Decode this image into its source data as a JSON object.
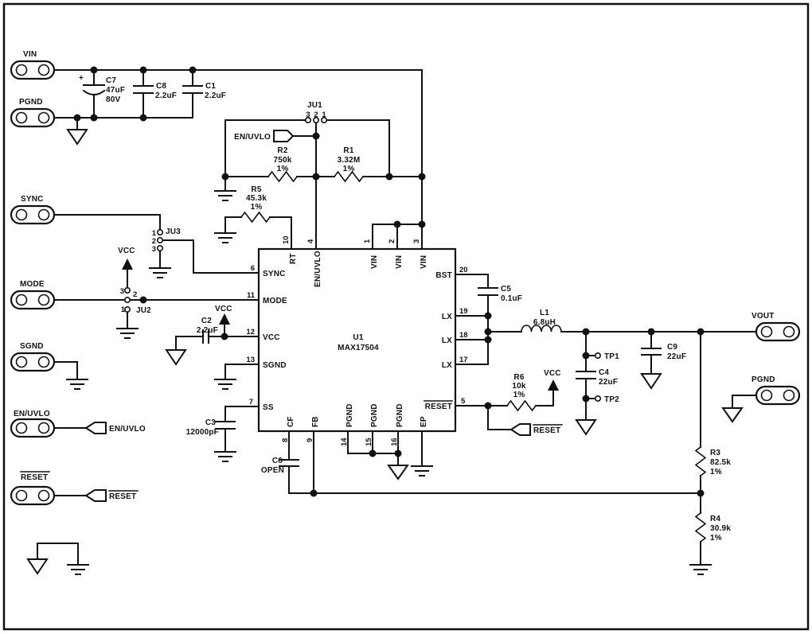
{
  "title": "MAX17504 evaluation kit schematic",
  "connectors": {
    "vin": "VIN",
    "pgnd_in": "PGND",
    "sync": "SYNC",
    "mode": "MODE",
    "sgnd": "SGND",
    "en_uvlo": "EN/UVLO",
    "reset": "RESET",
    "vout": "VOUT",
    "pgnd_out": "PGND"
  },
  "tags": {
    "en_uvlo_top": "EN/UVLO",
    "en_uvlo_left": "EN/UVLO",
    "reset_left": "RESET",
    "reset_right": "RESET"
  },
  "power": {
    "vcc": "VCC"
  },
  "jumpers": {
    "ju1": {
      "label": "JU1",
      "pin3": "3",
      "pin2": "2",
      "pin1": "1"
    },
    "ju2": {
      "label": "JU2",
      "pin3": "3",
      "pin2": "2",
      "pin1": "1"
    },
    "ju3": {
      "label": "JU3",
      "pin1": "1",
      "pin2": "2",
      "pin3": "3"
    }
  },
  "testpoints": {
    "tp1": "TP1",
    "tp2": "TP2"
  },
  "ic": {
    "ref": "U1",
    "part": "MAX17504",
    "pins": {
      "top": [
        {
          "num": "10",
          "name": "RT"
        },
        {
          "num": "4",
          "name": "EN/UVLO"
        },
        {
          "num": "1",
          "name": "VIN"
        },
        {
          "num": "2",
          "name": "VIN"
        },
        {
          "num": "3",
          "name": "VIN"
        }
      ],
      "left": [
        {
          "num": "6",
          "name": "SYNC"
        },
        {
          "num": "11",
          "name": "MODE"
        },
        {
          "num": "12",
          "name": "VCC"
        },
        {
          "num": "13",
          "name": "SGND"
        },
        {
          "num": "7",
          "name": "SS"
        }
      ],
      "right": [
        {
          "num": "20",
          "name": "BST"
        },
        {
          "num": "19",
          "name": "LX"
        },
        {
          "num": "18",
          "name": "LX"
        },
        {
          "num": "17",
          "name": "LX"
        },
        {
          "num": "5",
          "name": "RESET"
        }
      ],
      "bottom": [
        {
          "num": "8",
          "name": "CF"
        },
        {
          "num": "9",
          "name": "FB"
        },
        {
          "num": "14",
          "name": "PGND"
        },
        {
          "num": "15",
          "name": "PGND"
        },
        {
          "num": "16",
          "name": "PGND"
        },
        {
          "num": "",
          "name": "EP"
        }
      ]
    }
  },
  "capacitors": {
    "c7": {
      "ref": "C7",
      "value": "47uF",
      "rating": "80V",
      "polarity": "+"
    },
    "c8": {
      "ref": "C8",
      "value": "2.2uF"
    },
    "c1": {
      "ref": "C1",
      "value": "2.2uF"
    },
    "c2": {
      "ref": "C2",
      "value": "2.2uF"
    },
    "c3": {
      "ref": "C3",
      "value": "12000pF"
    },
    "c5": {
      "ref": "C5",
      "value": "0.1uF"
    },
    "c6": {
      "ref": "C6",
      "value": "OPEN"
    },
    "c4": {
      "ref": "C4",
      "value": "22uF"
    },
    "c9": {
      "ref": "C9",
      "value": "22uF"
    }
  },
  "resistors": {
    "r1": {
      "ref": "R1",
      "value": "3.32M",
      "tolerance": "1%"
    },
    "r2": {
      "ref": "R2",
      "value": "750k",
      "tolerance": "1%"
    },
    "r5": {
      "ref": "R5",
      "value": "45.3k",
      "tolerance": "1%"
    },
    "r6": {
      "ref": "R6",
      "value": "10k",
      "tolerance": "1%"
    },
    "r3": {
      "ref": "R3",
      "value": "82.5k",
      "tolerance": "1%"
    },
    "r4": {
      "ref": "R4",
      "value": "30.9k",
      "tolerance": "1%"
    }
  },
  "inductors": {
    "l1": {
      "ref": "L1",
      "value": "6.8uH"
    }
  }
}
